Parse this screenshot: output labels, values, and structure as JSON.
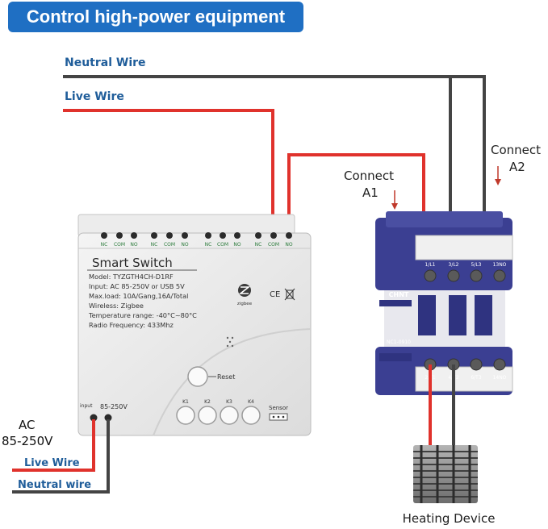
{
  "title": "Control high-power equipment",
  "wires": {
    "neutral_top": "Neutral Wire",
    "live_top": "Live Wire",
    "live_bottom": "Live Wire",
    "neutral_bottom": "Neutral wire"
  },
  "power": {
    "line1": "AC",
    "line2": "85-250V"
  },
  "connect_a1": {
    "line1": "Connect",
    "line2": "A1"
  },
  "connect_a2": {
    "line1": "Connect",
    "line2": "A2"
  },
  "heating_device": "Heating Device",
  "colors": {
    "live": "#e0322c",
    "neutral": "#444444",
    "banner": "#1f6fc3",
    "contactor": "#3b3f92",
    "label_blue": "#1f5d9a"
  },
  "switch": {
    "terminals": [
      {
        "nc": "NC",
        "com": "COM",
        "no": "NO"
      },
      {
        "nc": "NC",
        "com": "COM",
        "no": "NO"
      },
      {
        "nc": "NC",
        "com": "COM",
        "no": "NO"
      },
      {
        "nc": "NC",
        "com": "COM",
        "no": "NO"
      }
    ],
    "name": "Smart  Switch",
    "specs": [
      "Model:  TYZGTH4CH-D1RF",
      "Input:  AC 85-250V or USB 5V",
      "Max.load:  10A/Gang,16A/Total",
      "Wireless:  Zigbee",
      "Temperature range:  -40°C~80°C",
      "Radio Frequency:  433Mhz"
    ],
    "zigbee_label": "zigbee",
    "cert": "CE",
    "reset": "Reset",
    "input_label": "input",
    "input_voltage": "85-250V",
    "keys": [
      "K1",
      "K2",
      "K3",
      "K4"
    ],
    "sensor": "Sensor"
  },
  "contactor": {
    "top_terminals": [
      "1/L1",
      "3/L2",
      "5/L3",
      "13NO"
    ],
    "bottom_terminals": [
      "2/T1",
      "4/T2",
      "6/T3",
      "14NO"
    ],
    "brand": "CHNT",
    "model": "NC1-0910"
  }
}
